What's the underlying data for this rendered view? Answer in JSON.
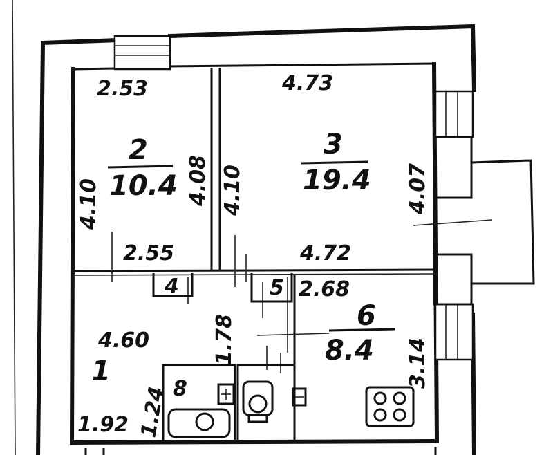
{
  "rooms": [
    {
      "number": "1",
      "area": ""
    },
    {
      "number": "2",
      "area": "10.4"
    },
    {
      "number": "3",
      "area": "19.4"
    },
    {
      "number": "4",
      "area": ""
    },
    {
      "number": "5",
      "area": ""
    },
    {
      "number": "6",
      "area": "8.4"
    },
    {
      "number": "8",
      "area": ""
    }
  ],
  "dimensions": {
    "room2_top": "2.53",
    "room2_bottom": "2.55",
    "room2_left": "4.10",
    "room2_right": "4.08",
    "room3_top": "4.73",
    "room3_bottom": "4.72",
    "room3_left": "4.10",
    "room3_right": "4.07",
    "room1_width": "4.60",
    "room1_corner": "1.92",
    "room1_small": "1.24",
    "corridor": "1.78",
    "room6_top": "2.68",
    "room6_right": "3.14"
  },
  "colors": {
    "ink": "#111111",
    "paper": "#ffffff"
  },
  "icons": [
    "bathtub-icon",
    "sink-icon",
    "toilet-icon",
    "stove-icon"
  ]
}
